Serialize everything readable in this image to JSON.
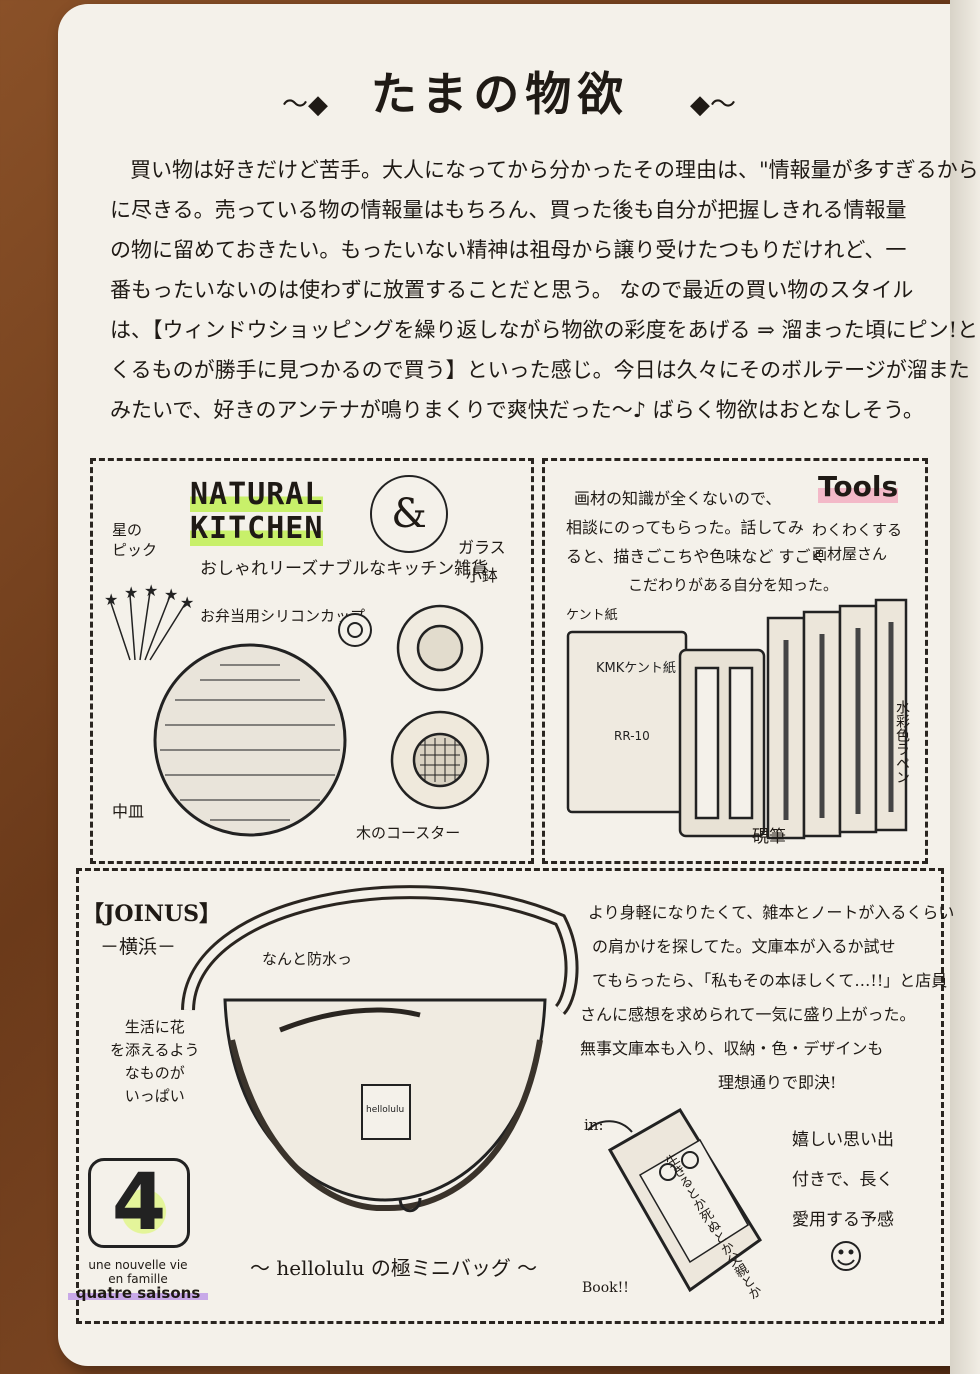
{
  "title": "たまの物欲",
  "intro_lines": [
    "買い物は好きだけど苦手。大人になってから分かったその理由は、\"情報量が多すぎるから\"",
    "に尽きる。売っている物の情報量はもちろん、買った後も自分が把握しきれる情報量",
    "の物に留めておきたい。もったいない精神は祖母から譲り受けたつもりだけれど、一",
    "番もったいないのは使わずに放置することだと思う。 なので最近の買い物のスタイル",
    "は、【ウィンドウショッピングを繰り返しながら物欲の彩度をあげる ⇒ 溜まった頃にピン!と",
    "くるものが勝手に見つかるので買う】といった感じ。今日は久々にそのボルテージが溜また",
    "みたいで、好きのアンテナが鳴りまくりで爽快だった〜♪ ばらく物欲はおとなしそう。"
  ],
  "natural_kitchen": {
    "logo_line1": "NATURAL",
    "logo_line2": "KITCHEN",
    "logo_symbol": "&",
    "tagline": "おしゃれリーズナブルなキッチン雑貨",
    "label_pick": "星の\nピック",
    "label_cup": "お弁当用シリコンカップ",
    "label_glass": "ガラス\n小鉢",
    "label_plate": "中皿",
    "label_coaster": "木のコースター"
  },
  "tools": {
    "logo": "Tools",
    "shop_note": "わくわくする\n画材屋さん",
    "text_lines": [
      "画材の知識が全くないので、",
      "相談にのってもらった。話してみ",
      "ると、描きごこちや色味など すごく",
      "こだわりがある自分を知った。"
    ],
    "label_paper": "ケント紙",
    "package_text": "KMKケント紙",
    "package_code": "RR-10",
    "label_pencil": "硯筆",
    "label_pen": "水彩色ラペン"
  },
  "bag": {
    "shop": "【JOINUS】",
    "location": "－横浜－",
    "waterproof": "なんと防水っ",
    "side_note": "生活に花\nを添えるよう\nなものが\nいっぱい",
    "bag_label": "hellolulu",
    "caption": "〜 hellolulu の極ミニバッグ 〜",
    "story_lines": [
      "より身軽になりたくて、雑本とノートが入るくらい",
      "の肩かけを探してた。文庫本が入るか試せ",
      "てもらったら、「私もその本ほしくて…!!」と店員",
      "さんに感想を求められて一気に盛り上がった。",
      "無事文庫本も入り、収納・色・デザインも",
      "理想通りで即決!"
    ],
    "closing_lines": [
      "嬉しい思い出",
      "付きで、長く",
      "愛用する予感"
    ],
    "in_label": "in:",
    "book_label": "Book!!",
    "book_title": "生きるとか死ぬとか父親とか"
  },
  "brand_logo": {
    "number": "4",
    "line1": "une nouvelle vie",
    "line2": "en famille",
    "line3": "quatre saisons"
  }
}
